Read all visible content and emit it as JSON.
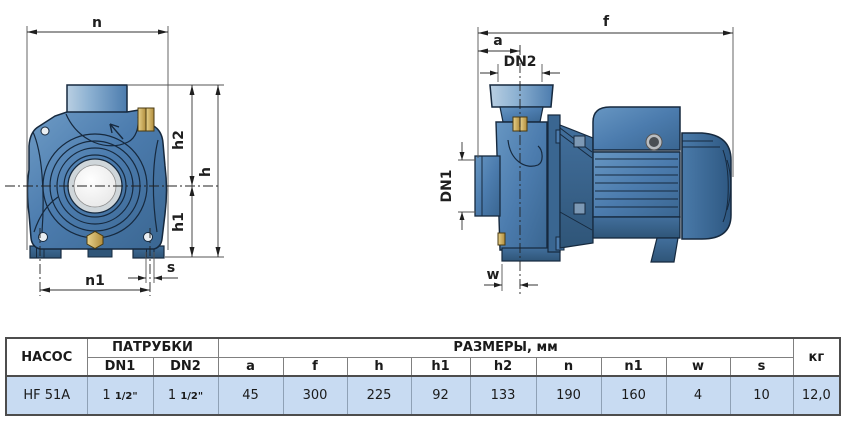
{
  "figure": {
    "front_view": {
      "labels": {
        "n": "n",
        "h2": "h2",
        "h": "h",
        "h1": "h1",
        "n1": "n1",
        "s": "s"
      }
    },
    "side_view": {
      "labels": {
        "f": "f",
        "a": "a",
        "dn2": "DN2",
        "dn1": "DN1",
        "w": "w"
      }
    }
  },
  "table": {
    "pump_header": "НАСОС",
    "ports_header": "ПАТРУБКИ",
    "dims_header": "РАЗМЕРЫ, мм",
    "weight_header": "кг",
    "sub_headers": [
      "DN1",
      "DN2",
      "a",
      "f",
      "h",
      "h1",
      "h2",
      "n",
      "n1",
      "w",
      "s"
    ],
    "row": {
      "pump": "HF 51A",
      "dn1_whole": "1 ",
      "dn1_frac": "1/2\"",
      "dn2_whole": "1 ",
      "dn2_frac": "1/2\"",
      "values": [
        "45",
        "300",
        "225",
        "92",
        "133",
        "190",
        "160",
        "4",
        "10"
      ],
      "weight": "12,0"
    }
  },
  "colors": {
    "pump_blue": "#4c7cae",
    "port_light_blue": "#9db darkened",
    "brass": "#c9a558",
    "row_highlight": "#c8dbf2",
    "table_border": "#4d4d4d"
  }
}
